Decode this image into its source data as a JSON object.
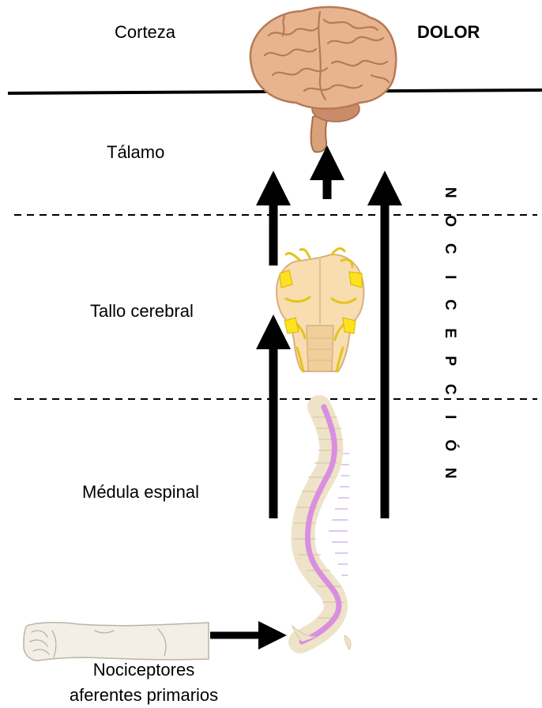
{
  "labels": {
    "corteza": "Corteza",
    "dolor": "DOLOR",
    "talamo": "Tálamo",
    "tallo": "Tallo cerebral",
    "medula": "Médula espinal",
    "nociceptores_line1": "Nociceptores",
    "nociceptores_line2": "aferentes primarios"
  },
  "vertical_word": [
    "N",
    "O",
    "C",
    "I",
    "C",
    "E",
    "P",
    "C",
    "I",
    "Ó",
    "N"
  ],
  "colors": {
    "brain": "#e7b48f",
    "brain_dark": "#b67a55",
    "brainstem": "#f8ddb0",
    "nerve": "#ffe21f",
    "spinal_cord": "#d98fe0",
    "vertebra": "#eee3c9",
    "arm": "#f4efe6",
    "arrow": "#000000"
  }
}
